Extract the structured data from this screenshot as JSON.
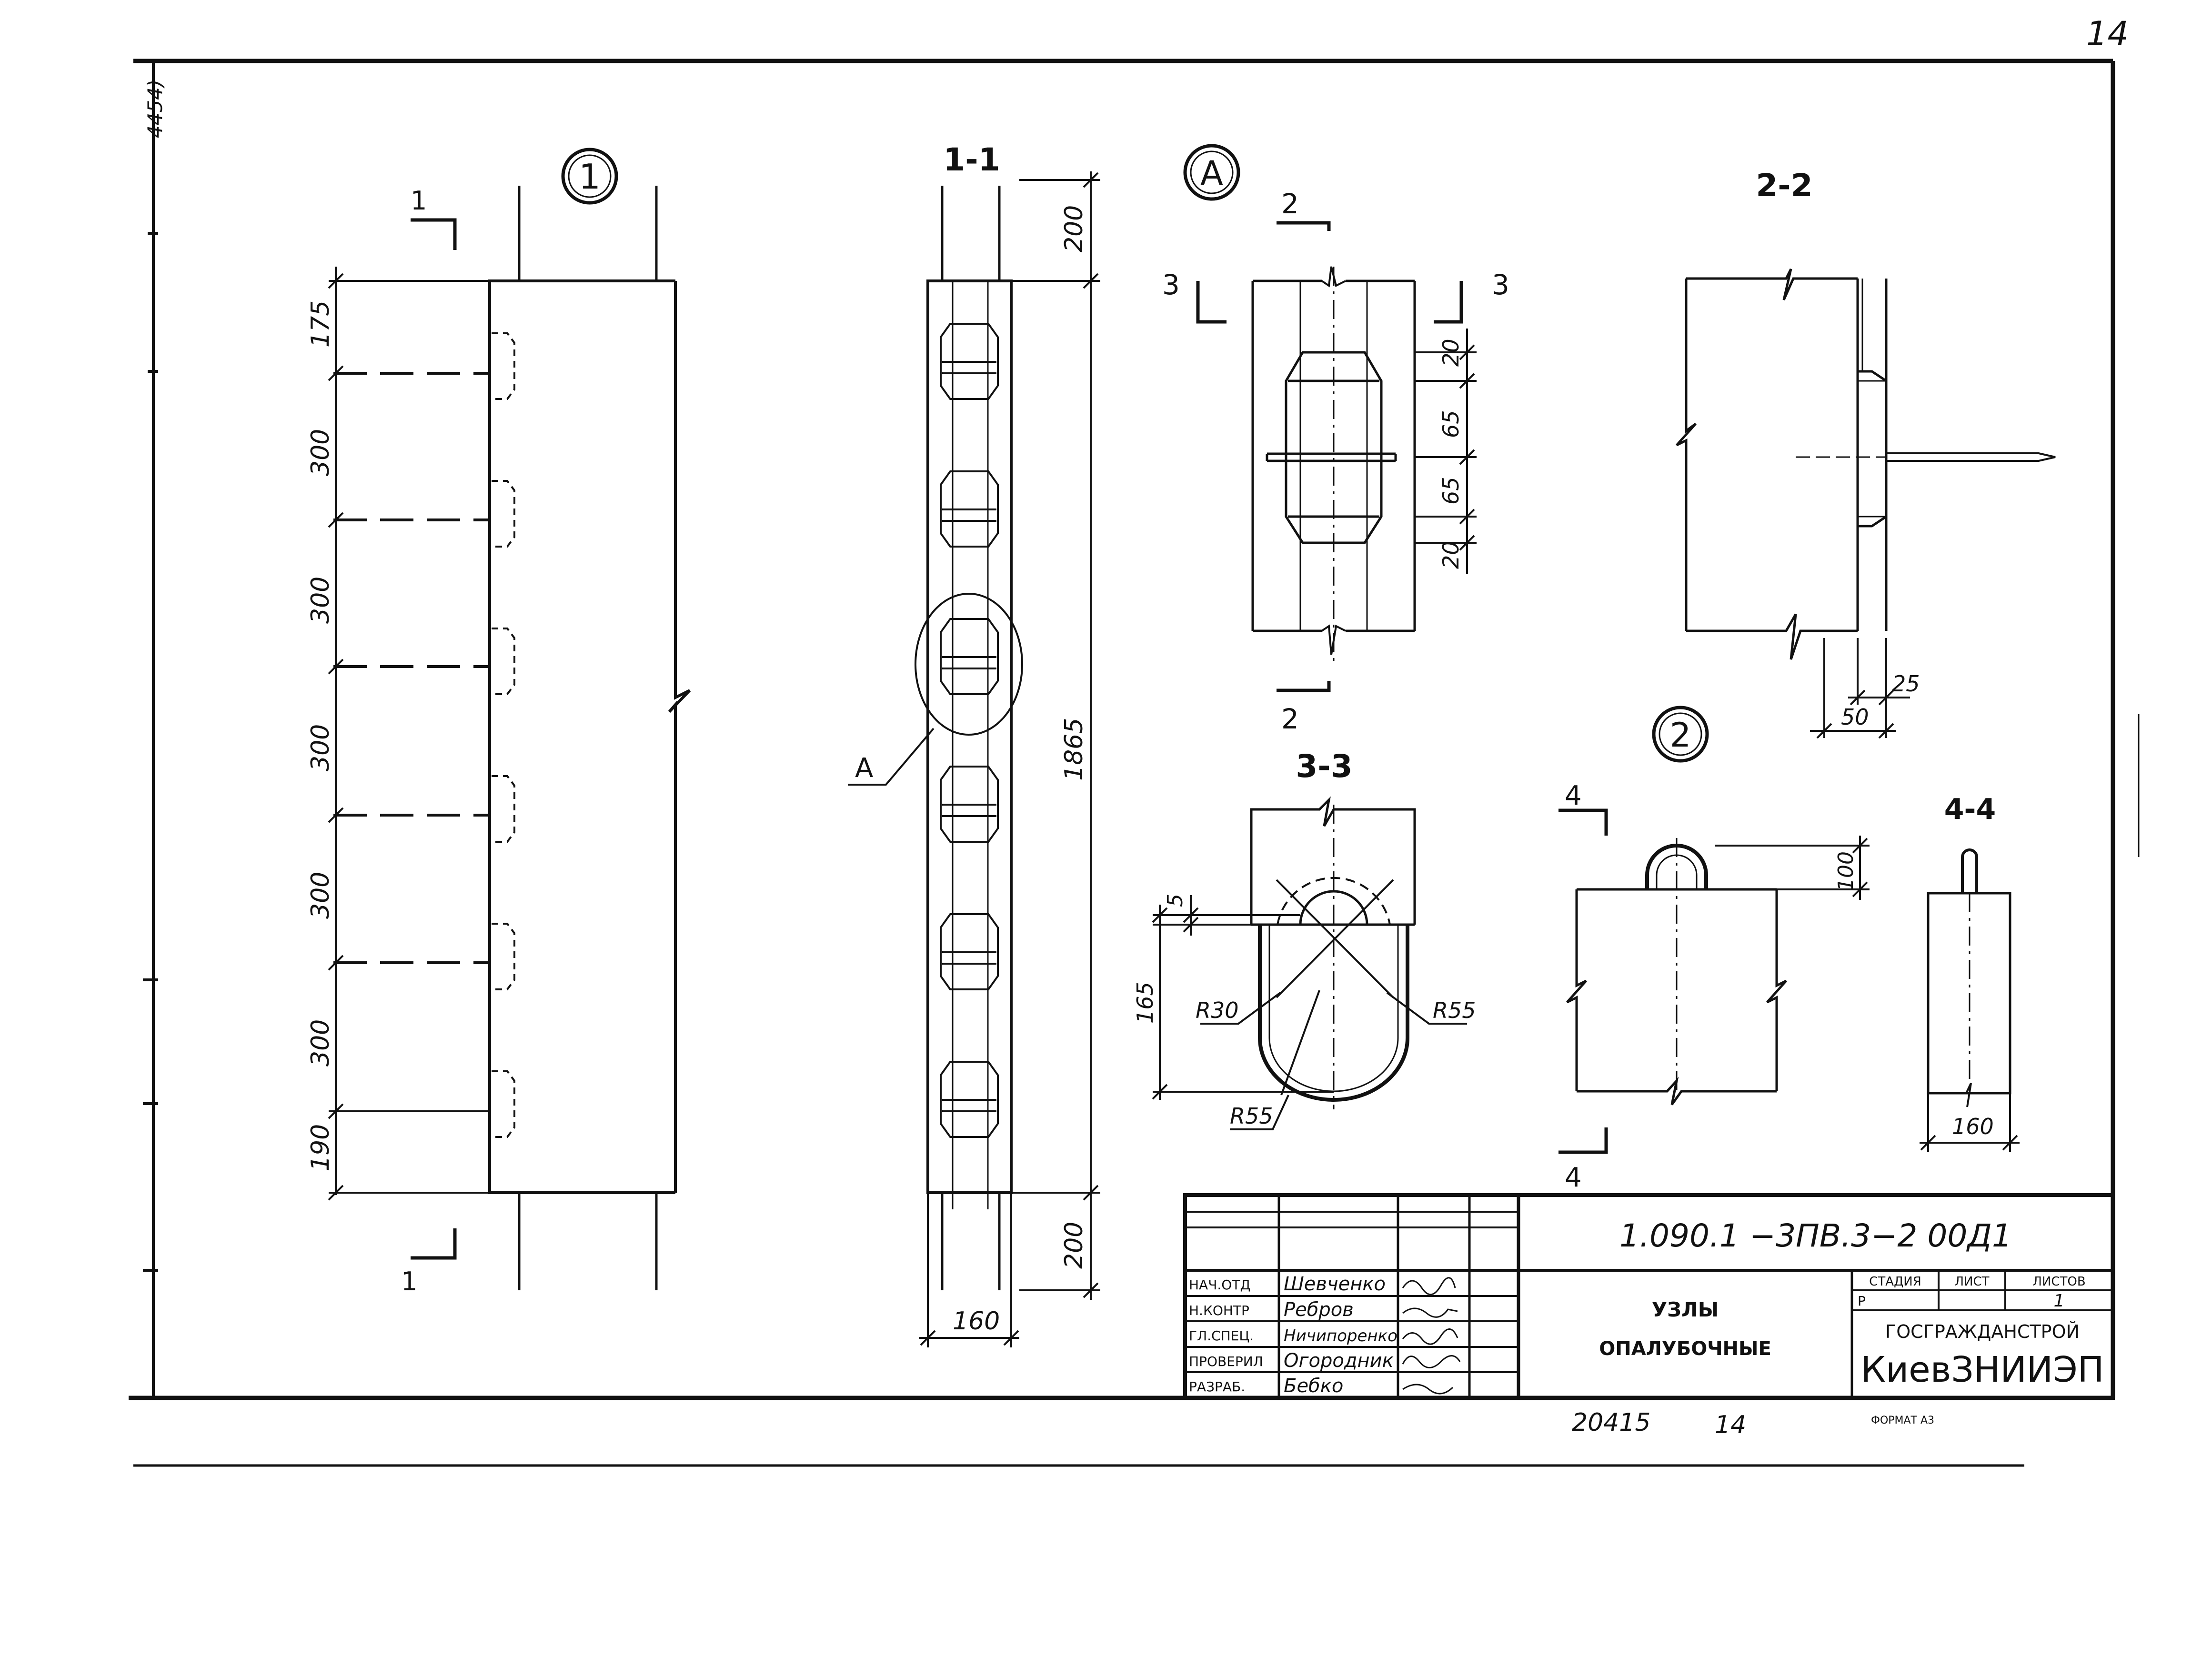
{
  "sheet": {
    "corner_number": "14",
    "margin_stamp": "4454)",
    "bottom_number_left": "20415",
    "bottom_number_right": "14",
    "format": "ФОРМАТ А3"
  },
  "view1": {
    "marker": "1",
    "cut_label_top": "1",
    "cut_label_bottom": "1",
    "dims": [
      "175",
      "300",
      "300",
      "300",
      "300",
      "300",
      "190"
    ]
  },
  "section11": {
    "title": "1-1",
    "dim_top": "200",
    "dim_total": "1865",
    "dim_bottom": "200",
    "dim_width": "160",
    "callout": "A"
  },
  "detailA": {
    "marker": "A",
    "cut2_top": "2",
    "cut2_bottom": "2",
    "cut3_left": "3",
    "cut3_right": "3",
    "dims": [
      "20",
      "65",
      "65",
      "20"
    ]
  },
  "section22": {
    "title": "2-2",
    "dim_25": "25",
    "dim_50": "50"
  },
  "section33": {
    "title": "3-3",
    "dim_5": "5",
    "dim_165": "165",
    "r30": "R30",
    "r55a": "R55",
    "r55b": "R55"
  },
  "view2": {
    "marker": "2",
    "cut4_top": "4",
    "cut4_bottom": "4",
    "dim_100": "100"
  },
  "section44": {
    "title": "4-4",
    "dim_160": "160"
  },
  "titleblock": {
    "code": "1.090.1 −3ПВ.3−2   00Д1",
    "roles": [
      "НАЧ.ОТД",
      "Н.КОНТР",
      "ГЛ.СПЕЦ.",
      "ПРОВЕРИЛ",
      "РАЗРАБ."
    ],
    "names": [
      "Шевченко",
      "Ребров",
      "Ничипоренко",
      "Огородник",
      "Бебко"
    ],
    "title_line1": "УЗЛЫ",
    "title_line2": "ОПАЛУБОЧНЫЕ",
    "stage_header": "СТАДИЯ",
    "sheet_header": "ЛИСТ",
    "sheets_header": "ЛИСТОВ",
    "stage_value": "Р",
    "sheets_value": "1",
    "org_line1": "ГОСГРАЖДАНСТРОЙ",
    "org_line2": "КиевЗНИИЭП"
  }
}
